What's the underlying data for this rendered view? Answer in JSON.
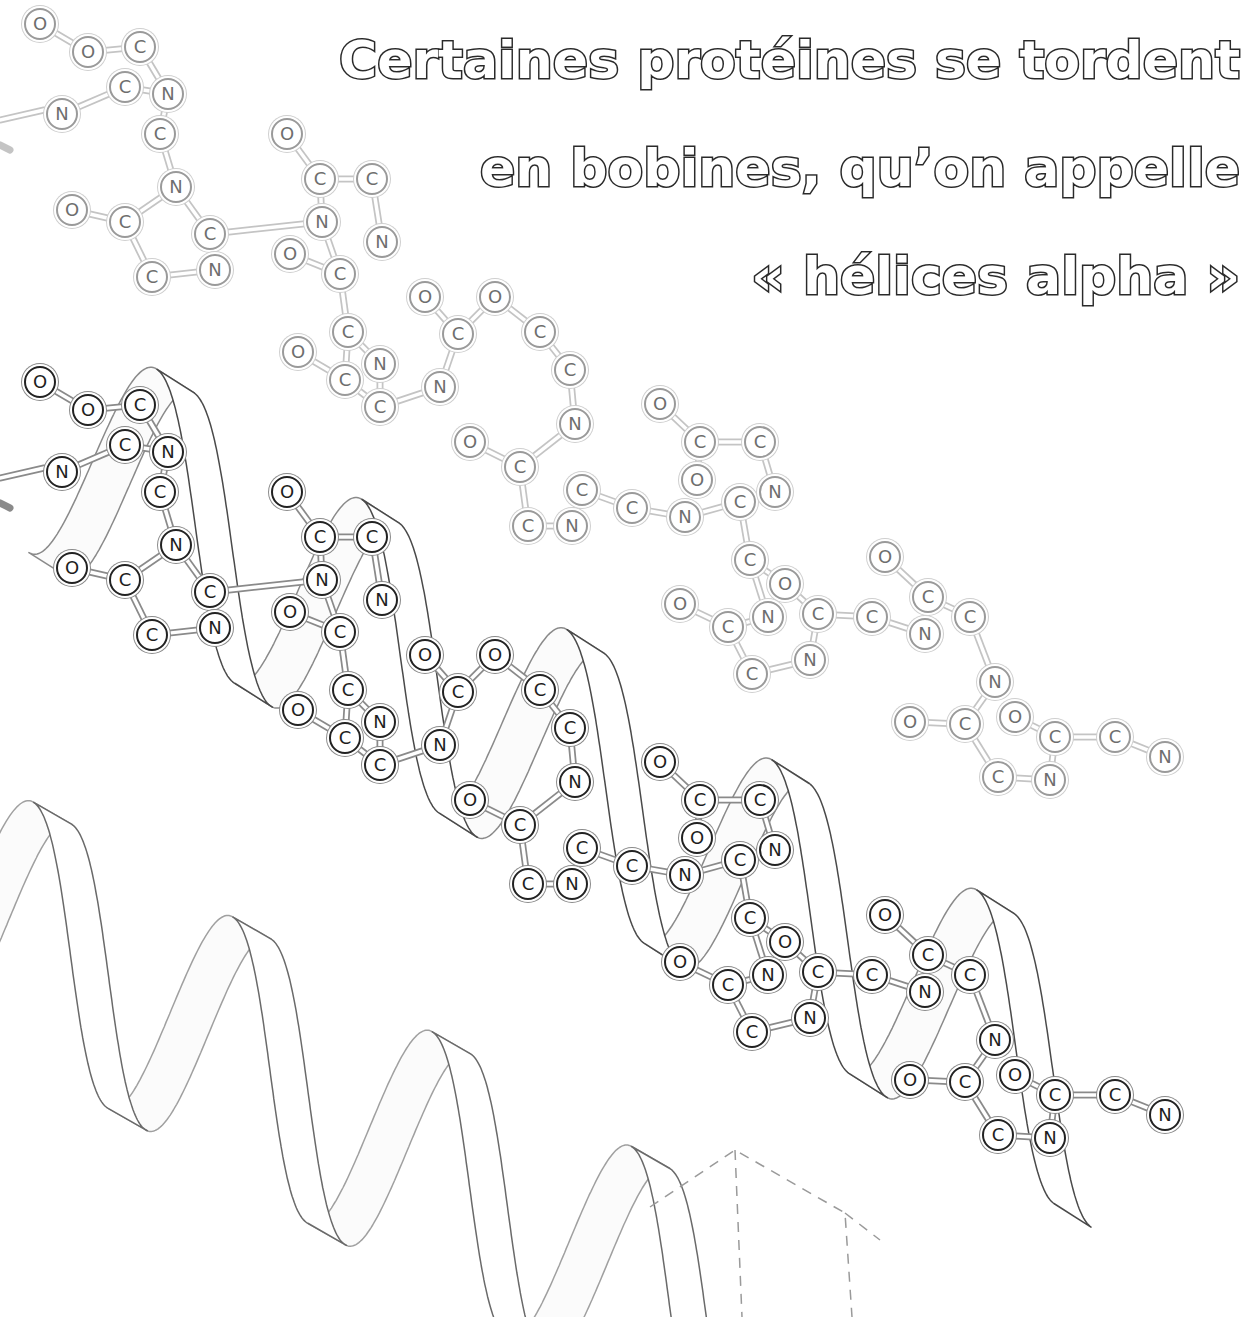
{
  "diagram": {
    "title": "Certaines protéines se tordent en bobines, qu’on appelle « hélices alpha »",
    "nodes": [
      {
        "text": [
          "O"
        ]
      },
      {
        "text": [
          "O"
        ]
      },
      {
        "text": [
          "C"
        ]
      },
      {
        "text": [
          "C"
        ]
      },
      {
        "text": [
          "N"
        ]
      },
      {
        "text": [
          "N"
        ]
      },
      {
        "text": [
          "C"
        ]
      },
      {
        "text": [
          "N"
        ]
      },
      {
        "text": [
          "O"
        ]
      },
      {
        "text": [
          "C"
        ]
      },
      {
        "text": [
          "C"
        ]
      },
      {
        "text": [
          "N"
        ]
      },
      {
        "text": [
          "C"
        ]
      },
      {
        "text": [
          "O"
        ]
      },
      {
        "text": [
          "C"
        ]
      },
      {
        "text": [
          "C"
        ]
      },
      {
        "text": [
          "N"
        ]
      },
      {
        "text": [
          "O"
        ]
      },
      {
        "text": [
          "N"
        ]
      },
      {
        "text": [
          "C"
        ]
      },
      {
        "text": [
          "C"
        ]
      },
      {
        "text": [
          "O"
        ]
      },
      {
        "text": [
          "C"
        ]
      },
      {
        "text": [
          "N"
        ]
      },
      {
        "text": [
          "C"
        ]
      },
      {
        "text": [
          "N"
        ]
      },
      {
        "text": [
          "O"
        ]
      },
      {
        "text": [
          "C"
        ]
      },
      {
        "text": [
          "O"
        ]
      },
      {
        "text": [
          "C"
        ]
      },
      {
        "text": [
          "C"
        ]
      },
      {
        "text": [
          "N"
        ]
      },
      {
        "text": [
          "O"
        ]
      },
      {
        "text": [
          "C"
        ]
      },
      {
        "text": [
          "C"
        ]
      },
      {
        "text": [
          "N"
        ]
      },
      {
        "text": [
          "C"
        ]
      },
      {
        "text": [
          "C"
        ]
      },
      {
        "text": [
          "N"
        ]
      },
      {
        "text": [
          "O"
        ]
      },
      {
        "text": [
          "C"
        ]
      },
      {
        "text": [
          "C"
        ]
      },
      {
        "text": [
          "O"
        ]
      },
      {
        "text": [
          "C"
        ]
      },
      {
        "text": [
          "N"
        ]
      },
      {
        "text": [
          "C"
        ]
      },
      {
        "text": [
          "O"
        ]
      },
      {
        "text": [
          "N"
        ]
      },
      {
        "text": [
          "O"
        ]
      },
      {
        "text": [
          "C"
        ]
      },
      {
        "text": [
          "C"
        ]
      },
      {
        "text": [
          "N"
        ]
      },
      {
        "text": [
          "C"
        ]
      },
      {
        "text": [
          "C"
        ]
      },
      {
        "text": [
          "O"
        ]
      },
      {
        "text": [
          "C"
        ]
      },
      {
        "text": [
          "N"
        ]
      },
      {
        "text": [
          "C"
        ]
      },
      {
        "text": [
          "N"
        ]
      },
      {
        "text": [
          "O"
        ]
      },
      {
        "text": [
          "C"
        ]
      },
      {
        "text": [
          "O"
        ]
      },
      {
        "text": [
          "C"
        ]
      },
      {
        "text": [
          "N"
        ]
      },
      {
        "text": [
          "C"
        ]
      },
      {
        "text": [
          "N"
        ]
      },
      {
        "text": [
          "C"
        ]
      },
      {
        "text": [
          "O"
        ]
      },
      {
        "text": [
          "O"
        ]
      },
      {
        "text": [
          "C"
        ]
      },
      {
        "text": [
          "C"
        ]
      },
      {
        "text": [
          "N"
        ]
      },
      {
        "text": [
          "N"
        ]
      },
      {
        "text": [
          "C"
        ]
      },
      {
        "text": [
          "N"
        ]
      },
      {
        "text": [
          "O"
        ]
      },
      {
        "text": [
          "C"
        ]
      },
      {
        "text": [
          "C"
        ]
      },
      {
        "text": [
          "N"
        ]
      },
      {
        "text": [
          "C"
        ]
      },
      {
        "text": [
          "O"
        ]
      },
      {
        "text": [
          "C"
        ]
      },
      {
        "text": [
          "C"
        ]
      },
      {
        "text": [
          "N"
        ]
      },
      {
        "text": [
          "O"
        ]
      },
      {
        "text": [
          "N"
        ]
      },
      {
        "text": [
          "C"
        ]
      },
      {
        "text": [
          "C"
        ]
      },
      {
        "text": [
          "O"
        ]
      },
      {
        "text": [
          "C"
        ]
      },
      {
        "text": [
          "N"
        ]
      },
      {
        "text": [
          "C"
        ]
      },
      {
        "text": [
          "N"
        ]
      },
      {
        "text": [
          "O"
        ]
      },
      {
        "text": [
          "C"
        ]
      },
      {
        "text": [
          "O"
        ]
      },
      {
        "text": [
          "C"
        ]
      },
      {
        "text": [
          "C"
        ]
      },
      {
        "text": [
          "N"
        ]
      },
      {
        "text": [
          "O"
        ]
      },
      {
        "text": [
          "C"
        ]
      },
      {
        "text": [
          "C"
        ]
      },
      {
        "text": [
          "N"
        ]
      },
      {
        "text": [
          "C"
        ]
      },
      {
        "text": [
          "C"
        ]
      },
      {
        "text": [
          "N"
        ]
      },
      {
        "text": [
          "O"
        ]
      },
      {
        "text": [
          "C"
        ]
      },
      {
        "text": [
          "C"
        ]
      },
      {
        "text": [
          "O"
        ]
      },
      {
        "text": [
          "C"
        ]
      },
      {
        "text": [
          "N"
        ]
      },
      {
        "text": [
          "C"
        ]
      },
      {
        "text": [
          "O"
        ]
      },
      {
        "text": [
          "N"
        ]
      },
      {
        "text": [
          "O"
        ]
      },
      {
        "text": [
          "C"
        ]
      },
      {
        "text": [
          "C"
        ]
      },
      {
        "text": [
          "N"
        ]
      },
      {
        "text": [
          "C"
        ]
      },
      {
        "text": [
          "C"
        ]
      },
      {
        "text": [
          "O"
        ]
      },
      {
        "text": [
          "C"
        ]
      },
      {
        "text": [
          "N"
        ]
      },
      {
        "text": [
          "C"
        ]
      },
      {
        "text": [
          "N"
        ]
      },
      {
        "text": [
          "O"
        ]
      },
      {
        "text": [
          "C"
        ]
      },
      {
        "text": [
          "O"
        ]
      },
      {
        "text": [
          "C"
        ]
      },
      {
        "text": [
          "N"
        ]
      },
      {
        "text": [
          "C"
        ]
      },
      {
        "text": [
          "N"
        ]
      },
      {
        "text": [
          "C"
        ]
      }
    ],
    "edges": [
      {
        "from": 0,
        "to": 1,
        "arrow": "none"
      },
      {
        "from": 1,
        "to": 2,
        "arrow": "none"
      },
      {
        "from": 2,
        "to": 4,
        "arrow": "none"
      },
      {
        "from": 3,
        "to": 4,
        "arrow": "none"
      },
      {
        "from": 3,
        "to": 5,
        "arrow": "none"
      },
      {
        "from": 4,
        "to": 6,
        "arrow": "none"
      },
      {
        "from": 6,
        "to": 7,
        "arrow": "none"
      },
      {
        "from": 7,
        "to": 9,
        "arrow": "none"
      },
      {
        "from": 8,
        "to": 9,
        "arrow": "none"
      },
      {
        "from": 9,
        "to": 12,
        "arrow": "none"
      },
      {
        "from": 12,
        "to": 11,
        "arrow": "none"
      },
      {
        "from": 11,
        "to": 10,
        "arrow": "none"
      },
      {
        "from": 10,
        "to": 7,
        "arrow": "none"
      },
      {
        "from": 10,
        "to": 16,
        "arrow": "none"
      },
      {
        "from": 13,
        "to": 14,
        "arrow": "none"
      },
      {
        "from": 14,
        "to": 15,
        "arrow": "none"
      },
      {
        "from": 15,
        "to": 18,
        "arrow": "none"
      },
      {
        "from": 14,
        "to": 16,
        "arrow": "none"
      },
      {
        "from": 16,
        "to": 19,
        "arrow": "none"
      },
      {
        "from": 17,
        "to": 19,
        "arrow": "none"
      },
      {
        "from": 19,
        "to": 20,
        "arrow": "none"
      },
      {
        "from": 20,
        "to": 22,
        "arrow": "none"
      },
      {
        "from": 21,
        "to": 22,
        "arrow": "none"
      },
      {
        "from": 22,
        "to": 24,
        "arrow": "none"
      },
      {
        "from": 24,
        "to": 23,
        "arrow": "none"
      },
      {
        "from": 23,
        "to": 20,
        "arrow": "none"
      },
      {
        "from": 24,
        "to": 25,
        "arrow": "none"
      },
      {
        "from": 25,
        "to": 27,
        "arrow": "none"
      },
      {
        "from": 26,
        "to": 27,
        "arrow": "none"
      },
      {
        "from": 27,
        "to": 28,
        "arrow": "none"
      },
      {
        "from": 28,
        "to": 29,
        "arrow": "none"
      },
      {
        "from": 29,
        "to": 30,
        "arrow": "none"
      },
      {
        "from": 30,
        "to": 31,
        "arrow": "none"
      },
      {
        "from": 31,
        "to": 33,
        "arrow": "none"
      },
      {
        "from": 32,
        "to": 33,
        "arrow": "none"
      },
      {
        "from": 33,
        "to": 34,
        "arrow": "none"
      },
      {
        "from": 34,
        "to": 35,
        "arrow": "none"
      },
      {
        "from": 35,
        "to": 36,
        "arrow": "none"
      },
      {
        "from": 36,
        "to": 37,
        "arrow": "none"
      },
      {
        "from": 37,
        "to": 38,
        "arrow": "none"
      },
      {
        "from": 38,
        "to": 43,
        "arrow": "none"
      },
      {
        "from": 39,
        "to": 40,
        "arrow": "none"
      },
      {
        "from": 40,
        "to": 41,
        "arrow": "none"
      },
      {
        "from": 40,
        "to": 42,
        "arrow": "none"
      },
      {
        "from": 41,
        "to": 44,
        "arrow": "none"
      },
      {
        "from": 43,
        "to": 44,
        "arrow": "none"
      },
      {
        "from": 43,
        "to": 45,
        "arrow": "none"
      },
      {
        "from": 45,
        "to": 46,
        "arrow": "none"
      },
      {
        "from": 45,
        "to": 47,
        "arrow": "none"
      },
      {
        "from": 47,
        "to": 49,
        "arrow": "none"
      },
      {
        "from": 48,
        "to": 49,
        "arrow": "none"
      },
      {
        "from": 49,
        "to": 50,
        "arrow": "none"
      },
      {
        "from": 50,
        "to": 51,
        "arrow": "none"
      },
      {
        "from": 51,
        "to": 52,
        "arrow": "none"
      },
      {
        "from": 52,
        "to": 53,
        "arrow": "none"
      },
      {
        "from": 46,
        "to": 52,
        "arrow": "none"
      },
      {
        "from": 53,
        "to": 56,
        "arrow": "none"
      },
      {
        "from": 54,
        "to": 55,
        "arrow": "none"
      },
      {
        "from": 55,
        "to": 56,
        "arrow": "none"
      },
      {
        "from": 55,
        "to": 57,
        "arrow": "none"
      },
      {
        "from": 57,
        "to": 58,
        "arrow": "none"
      },
      {
        "from": 58,
        "to": 60,
        "arrow": "none"
      },
      {
        "from": 59,
        "to": 60,
        "arrow": "none"
      },
      {
        "from": 60,
        "to": 66,
        "arrow": "none"
      },
      {
        "from": 66,
        "to": 63,
        "arrow": "none"
      },
      {
        "from": 63,
        "to": 62,
        "arrow": "none"
      },
      {
        "from": 61,
        "to": 62,
        "arrow": "none"
      },
      {
        "from": 62,
        "to": 64,
        "arrow": "none"
      },
      {
        "from": 64,
        "to": 65,
        "arrow": "none"
      },
      {
        "from": 67,
        "to": 68,
        "arrow": "none"
      },
      {
        "from": 68,
        "to": 69,
        "arrow": "none"
      },
      {
        "from": 69,
        "to": 71,
        "arrow": "none"
      },
      {
        "from": 70,
        "to": 71,
        "arrow": "none"
      },
      {
        "from": 70,
        "to": 72,
        "arrow": "none"
      },
      {
        "from": 71,
        "to": 73,
        "arrow": "none"
      },
      {
        "from": 73,
        "to": 74,
        "arrow": "none"
      },
      {
        "from": 74,
        "to": 76,
        "arrow": "none"
      },
      {
        "from": 75,
        "to": 76,
        "arrow": "none"
      },
      {
        "from": 76,
        "to": 79,
        "arrow": "none"
      },
      {
        "from": 79,
        "to": 78,
        "arrow": "none"
      },
      {
        "from": 78,
        "to": 77,
        "arrow": "none"
      },
      {
        "from": 77,
        "to": 74,
        "arrow": "none"
      },
      {
        "from": 77,
        "to": 83,
        "arrow": "none"
      },
      {
        "from": 80,
        "to": 81,
        "arrow": "none"
      },
      {
        "from": 81,
        "to": 82,
        "arrow": "none"
      },
      {
        "from": 82,
        "to": 85,
        "arrow": "none"
      },
      {
        "from": 81,
        "to": 83,
        "arrow": "none"
      },
      {
        "from": 83,
        "to": 86,
        "arrow": "none"
      },
      {
        "from": 84,
        "to": 86,
        "arrow": "none"
      },
      {
        "from": 86,
        "to": 87,
        "arrow": "none"
      },
      {
        "from": 87,
        "to": 89,
        "arrow": "none"
      },
      {
        "from": 88,
        "to": 89,
        "arrow": "none"
      },
      {
        "from": 89,
        "to": 91,
        "arrow": "none"
      },
      {
        "from": 91,
        "to": 90,
        "arrow": "none"
      },
      {
        "from": 90,
        "to": 87,
        "arrow": "none"
      },
      {
        "from": 91,
        "to": 92,
        "arrow": "none"
      },
      {
        "from": 92,
        "to": 94,
        "arrow": "none"
      },
      {
        "from": 93,
        "to": 94,
        "arrow": "none"
      },
      {
        "from": 94,
        "to": 95,
        "arrow": "none"
      },
      {
        "from": 95,
        "to": 96,
        "arrow": "none"
      },
      {
        "from": 96,
        "to": 97,
        "arrow": "none"
      },
      {
        "from": 97,
        "to": 98,
        "arrow": "none"
      },
      {
        "from": 98,
        "to": 100,
        "arrow": "none"
      },
      {
        "from": 99,
        "to": 100,
        "arrow": "none"
      },
      {
        "from": 100,
        "to": 101,
        "arrow": "none"
      },
      {
        "from": 101,
        "to": 102,
        "arrow": "none"
      },
      {
        "from": 102,
        "to": 103,
        "arrow": "none"
      },
      {
        "from": 103,
        "to": 104,
        "arrow": "none"
      },
      {
        "from": 104,
        "to": 105,
        "arrow": "none"
      },
      {
        "from": 105,
        "to": 110,
        "arrow": "none"
      },
      {
        "from": 106,
        "to": 107,
        "arrow": "none"
      },
      {
        "from": 107,
        "to": 108,
        "arrow": "none"
      },
      {
        "from": 107,
        "to": 109,
        "arrow": "none"
      },
      {
        "from": 108,
        "to": 111,
        "arrow": "none"
      },
      {
        "from": 110,
        "to": 111,
        "arrow": "none"
      },
      {
        "from": 110,
        "to": 112,
        "arrow": "none"
      },
      {
        "from": 112,
        "to": 113,
        "arrow": "none"
      },
      {
        "from": 112,
        "to": 114,
        "arrow": "none"
      },
      {
        "from": 114,
        "to": 116,
        "arrow": "none"
      },
      {
        "from": 115,
        "to": 116,
        "arrow": "none"
      },
      {
        "from": 116,
        "to": 117,
        "arrow": "none"
      },
      {
        "from": 117,
        "to": 118,
        "arrow": "none"
      },
      {
        "from": 118,
        "to": 119,
        "arrow": "none"
      },
      {
        "from": 119,
        "to": 120,
        "arrow": "none"
      },
      {
        "from": 113,
        "to": 119,
        "arrow": "none"
      },
      {
        "from": 120,
        "to": 123,
        "arrow": "none"
      },
      {
        "from": 121,
        "to": 122,
        "arrow": "none"
      },
      {
        "from": 122,
        "to": 123,
        "arrow": "none"
      },
      {
        "from": 122,
        "to": 124,
        "arrow": "none"
      },
      {
        "from": 124,
        "to": 125,
        "arrow": "none"
      },
      {
        "from": 125,
        "to": 127,
        "arrow": "none"
      },
      {
        "from": 126,
        "to": 127,
        "arrow": "none"
      },
      {
        "from": 127,
        "to": 133,
        "arrow": "none"
      },
      {
        "from": 133,
        "to": 130,
        "arrow": "none"
      },
      {
        "from": 130,
        "to": 129,
        "arrow": "none"
      },
      {
        "from": 128,
        "to": 129,
        "arrow": "none"
      },
      {
        "from": 129,
        "to": 131,
        "arrow": "none"
      },
      {
        "from": 131,
        "to": 132,
        "arrow": "none"
      }
    ]
  }
}
